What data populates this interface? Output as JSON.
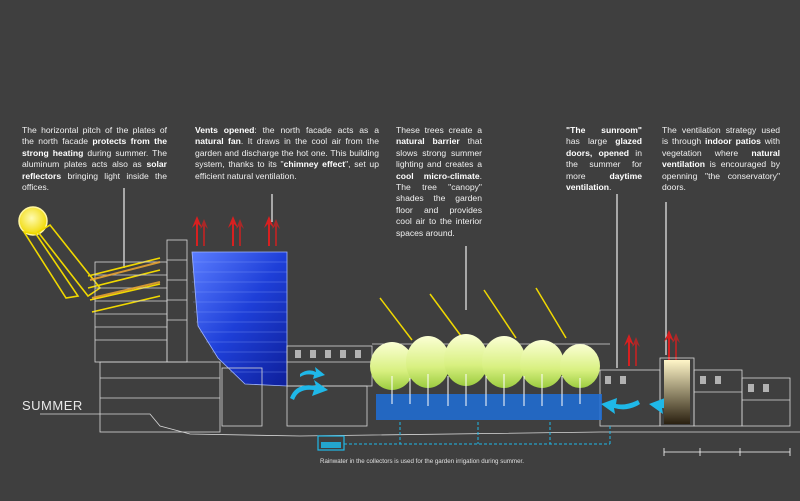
{
  "notes": {
    "north_facade": {
      "t1": "The horizontal pitch of the plates of the north facade ",
      "b1": "protects from the strong heating",
      "t2": " during summer. The aluminum plates acts also as ",
      "b2": "solar reflectors",
      "t3": " bringing light inside the offices."
    },
    "vents": {
      "b1": "Vents opened",
      "t1": ": the north facade acts as a ",
      "b2": "natural fan",
      "t2": ". It draws in the cool air from the garden and discharge the hot one. This building system, thanks to its \"",
      "b3": "chimney effect",
      "t3": "\", set up efficient natural ventilation."
    },
    "trees": {
      "t1": "These trees create a ",
      "b1": "natural barrier",
      "t2": " that slows strong summer lighting and creates a ",
      "b2": "cool micro-climate",
      "t3": ". The tree \"canopy\" shades the garden floor and provides cool air to the interior spaces around."
    },
    "sunroom": {
      "b1": "\"The sunroom\"",
      "t1": " has large ",
      "b2": "glazed doors, opened",
      "t2": " in the summer for more ",
      "b3": "daytime ventilation",
      "t3": "."
    },
    "ventilation": {
      "t1": "The ventilation strategy used is through ",
      "b1": "indoor patios",
      "t2": " with vegetation where ",
      "b2": "natural ventilation",
      "t3": " is encouraged by openning \"the conservatory\" doors."
    }
  },
  "season_label": "SUMMER",
  "caption": "Rainwater in the collectors is used for the garden irrigation during summer.",
  "colors": {
    "background": "#3f3f3f",
    "sun": "#f5e400",
    "sun_ray": "#f0d800",
    "facade_blue": "#1f3fd8",
    "air_flow": "#1fb8e8",
    "hot_air": "#d82020",
    "tree_canopy": "#e8f8a0",
    "water": "#1e6fd8",
    "line_white": "#ffffff"
  },
  "icons": [
    "sun-icon",
    "hot-air-arrow-icon",
    "cool-air-arrow-icon",
    "tree-icon"
  ]
}
